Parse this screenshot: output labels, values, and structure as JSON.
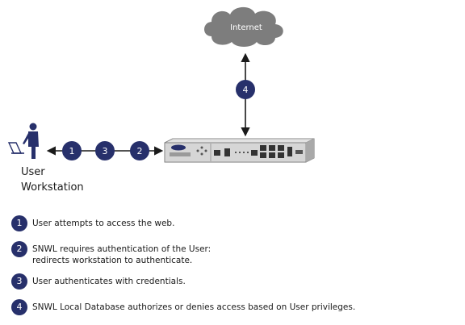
{
  "internet": {
    "label": "Internet"
  },
  "user": {
    "label_line1": "User",
    "label_line2": "Workstation"
  },
  "steps": {
    "s1": "1",
    "s2": "2",
    "s3": "3",
    "s4": "4"
  },
  "legend": [
    {
      "num": "1",
      "lines": [
        "User attempts to access the web."
      ]
    },
    {
      "num": "2",
      "lines": [
        "SNWL requires authentication of the User:",
        "redirects workstation to authenticate."
      ]
    },
    {
      "num": "3",
      "lines": [
        "User authenticates with credentials."
      ]
    },
    {
      "num": "4",
      "lines": [
        "SNWL Local Database authorizes or denies access based on User privileges."
      ]
    }
  ],
  "colors": {
    "badge": "#27306b",
    "cloud": "#7d7d7d",
    "appliance": "#c9c9c9"
  },
  "icons": [
    "cloud-icon",
    "user-workstation-icon",
    "appliance-icon"
  ]
}
